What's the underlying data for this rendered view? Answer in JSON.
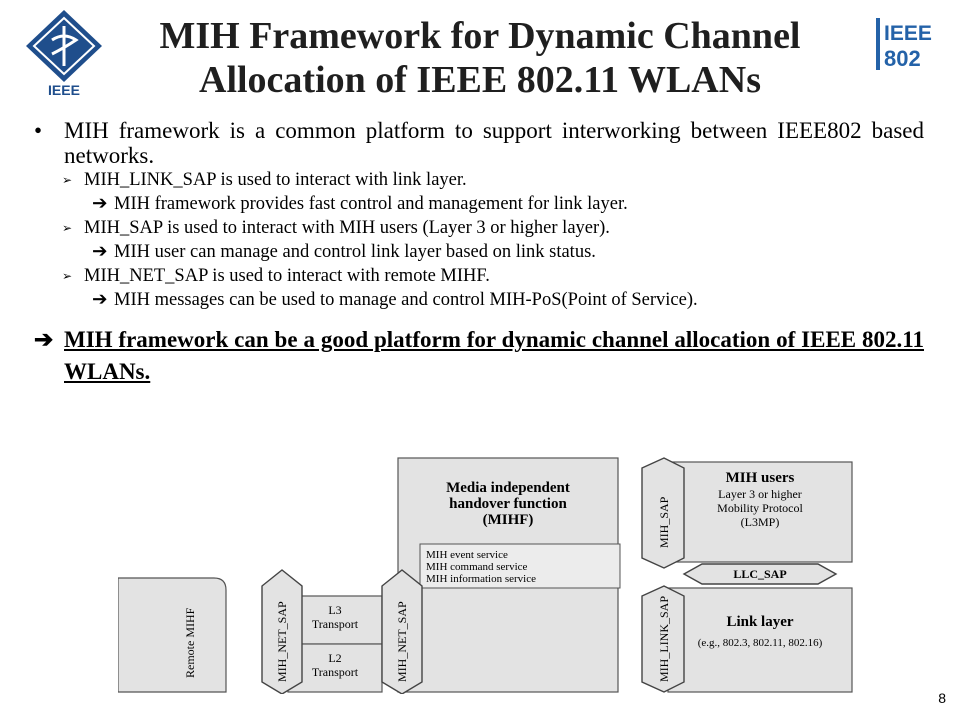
{
  "logos": {
    "ieee_text": "IEEE",
    "ieee802_top": "IEEE",
    "ieee802_bottom": "802"
  },
  "title": {
    "line1": "MIH Framework for Dynamic Channel",
    "line2": "Allocation of IEEE 802.11 WLANs"
  },
  "bullet": {
    "text": "MIH framework is a common platform to support interworking between IEEE802 based networks.",
    "items": [
      {
        "label": "MIH_LINK_SAP is used to interact with link layer.",
        "detail": "MIH framework provides fast control and management for link layer."
      },
      {
        "label": "MIH_SAP is used to interact with MIH users (Layer 3 or higher layer).",
        "detail": "MIH user can manage and control link layer based on link status."
      },
      {
        "label": "MIH_NET_SAP is used to interact with remote MIHF.",
        "detail": "MIH messages can be used to manage and control MIH-PoS(Point of Service)."
      }
    ]
  },
  "conclusion": "MIH framework can be a good platform for dynamic channel allocation of IEEE 802.11 WLANs.",
  "diagram": {
    "mihf_title_1": "Media independent",
    "mihf_title_2": "handover function",
    "mihf_title_3": "(MIHF)",
    "services": [
      "MIH event service",
      "MIH command service",
      "MIH information service"
    ],
    "mih_sap": "MIH_SAP",
    "mih_link_sap": "MIH_LINK_SAP",
    "mih_net_sap_left": "MIH_NET_SAP",
    "mih_net_sap_right": "MIH_NET_SAP",
    "users_title": "MIH users",
    "users_lines": [
      "Layer 3 or higher",
      "Mobility Protocol",
      "(L3MP)"
    ],
    "llc_sap": "LLC_SAP",
    "link_layer_title": "Link layer",
    "link_layer_sub": "(e.g., 802.3, 802.11, 802.16)",
    "l3_transport": [
      "L3",
      "Transport"
    ],
    "l2_transport": [
      "L2",
      "Transport"
    ],
    "remote_mihf": "Remote MIHF"
  },
  "page_number": "8",
  "colors": {
    "diagram_fill": "#e3e3e3",
    "logo_blue": "#1f4e8c",
    "ieee802_blue": "#2462a8"
  }
}
